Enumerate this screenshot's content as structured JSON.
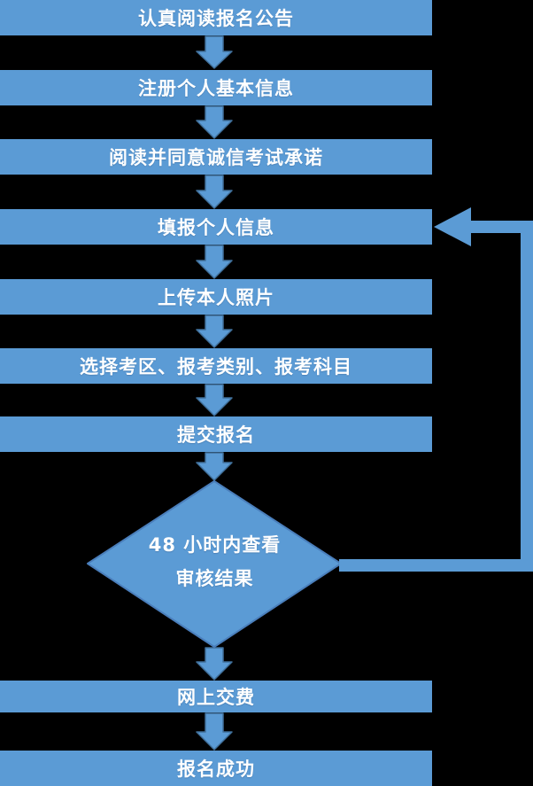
{
  "colors": {
    "background": "#000000",
    "node_fill": "#5b9bd5",
    "arrow_outline": "#41719c",
    "diamond_outline": "#4a7ebb",
    "text": "#ffffff"
  },
  "steps": [
    {
      "label": "认真阅读报名公告"
    },
    {
      "label": "注册个人基本信息"
    },
    {
      "label": "阅读并同意诚信考试承诺"
    },
    {
      "label": "填报个人信息"
    },
    {
      "label": "上传本人照片"
    },
    {
      "label": "选择考区、报考类别、报考科目"
    },
    {
      "label": "提交报名"
    },
    {
      "label": "网上交费"
    },
    {
      "label": "报名成功"
    }
  ],
  "decision": {
    "line1": "48 小时内查看",
    "line2": "审核结果"
  }
}
